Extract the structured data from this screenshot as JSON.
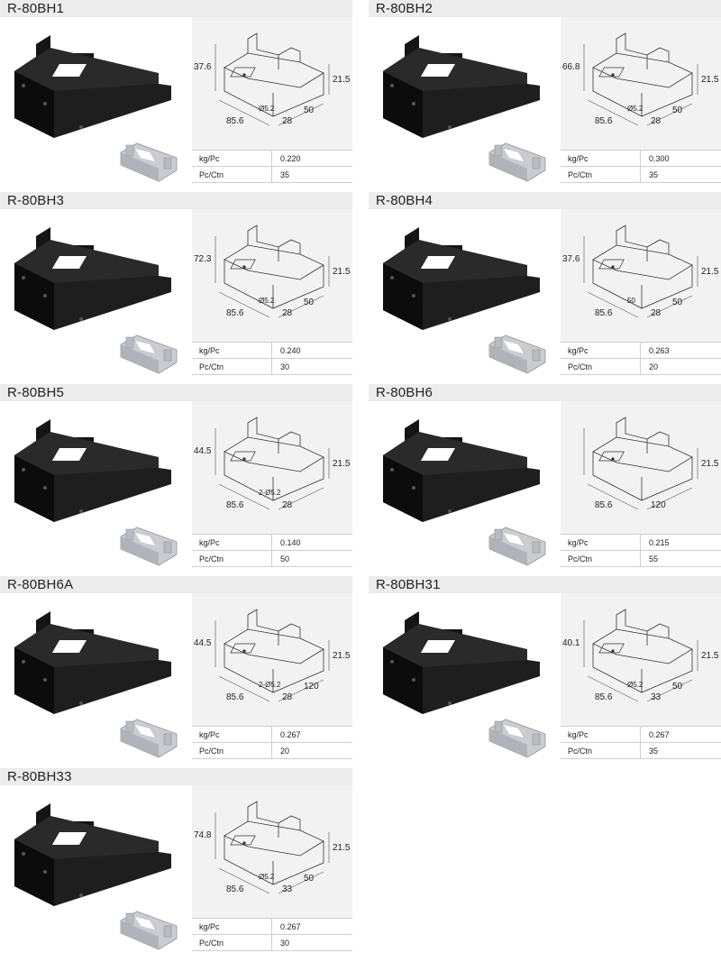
{
  "products": [
    {
      "id": "bh1",
      "title": "R-80BH1",
      "kg_label": "kg/Pc",
      "kg": "0.220",
      "ctn_label": "Pc/Ctn",
      "ctn": "35",
      "dims": {
        "h": "37.6",
        "side": "21.5",
        "len": "85.6",
        "hole": "Ø5.2",
        "w1": "28",
        "w2": "50"
      }
    },
    {
      "id": "bh2",
      "title": "R-80BH2",
      "kg_label": "kg/Pc",
      "kg": "0.300",
      "ctn_label": "Pc/Ctn",
      "ctn": "35",
      "dims": {
        "h": "66.8",
        "side": "21.5",
        "len": "85.6",
        "hole": "Ø5.2",
        "w1": "28",
        "w2": "50"
      }
    },
    {
      "id": "bh3",
      "title": "R-80BH3",
      "kg_label": "kg/Pc",
      "kg": "0.240",
      "ctn_label": "Pc/Ctn",
      "ctn": "30",
      "dims": {
        "h": "72.3",
        "side": "21.5",
        "len": "85.6",
        "hole": "Ø5.2",
        "w1": "28",
        "w2": "50"
      }
    },
    {
      "id": "bh4",
      "title": "R-80BH4",
      "kg_label": "kg/Pc",
      "kg": "0.263",
      "ctn_label": "Pc/Ctn",
      "ctn": "20",
      "dims": {
        "h": "37.6",
        "side": "21.5",
        "len": "85.6",
        "hole": "50",
        "w1": "28",
        "w2": "50"
      }
    },
    {
      "id": "bh5",
      "title": "R-80BH5",
      "kg_label": "kg/Pc",
      "kg": "0.140",
      "ctn_label": "Pc/Ctn",
      "ctn": "50",
      "dims": {
        "h": "44.5",
        "side": "21.5",
        "len": "85.6",
        "hole": "2-Ø5.2",
        "w1": "28",
        "w2": ""
      }
    },
    {
      "id": "bh6",
      "title": "R-80BH6",
      "kg_label": "kg/Pc",
      "kg": "0.215",
      "ctn_label": "Pc/Ctn",
      "ctn": "55",
      "dims": {
        "h": "",
        "side": "21.5",
        "len": "85.6",
        "hole": "",
        "w1": "120",
        "w2": ""
      }
    },
    {
      "id": "bh6a",
      "title": "R-80BH6A",
      "kg_label": "kg/Pc",
      "kg": "0.267",
      "ctn_label": "Pc/Ctn",
      "ctn": "20",
      "dims": {
        "h": "44.5",
        "side": "21.5",
        "len": "85.6",
        "hole": "2-Ø5.2",
        "w1": "28",
        "w2": "120"
      }
    },
    {
      "id": "bh31",
      "title": "R-80BH31",
      "kg_label": "kg/Pc",
      "kg": "0.267",
      "ctn_label": "Pc/Ctn",
      "ctn": "35",
      "dims": {
        "h": "40.1",
        "side": "21.5",
        "len": "85.6",
        "hole": "Ø5.2",
        "w1": "33",
        "w2": "50"
      }
    },
    {
      "id": "bh33",
      "title": "R-80BH33",
      "kg_label": "kg/Pc",
      "kg": "0.267",
      "ctn_label": "Pc/Ctn",
      "ctn": "30",
      "dims": {
        "h": "74.8",
        "side": "21.5",
        "len": "85.6",
        "hole": "Ø5.2",
        "w1": "33",
        "w2": "50"
      }
    }
  ],
  "colors": {
    "header_bg": "#ececec",
    "drawing_bg": "#f2f2f2",
    "part_black": "#141414",
    "part_steel": "#c8ccd0"
  },
  "icons": {
    "product_photo": "black-bracket-render",
    "galvanized_part": "steel-bracket-render",
    "line_drawing": "dimension-drawing"
  }
}
